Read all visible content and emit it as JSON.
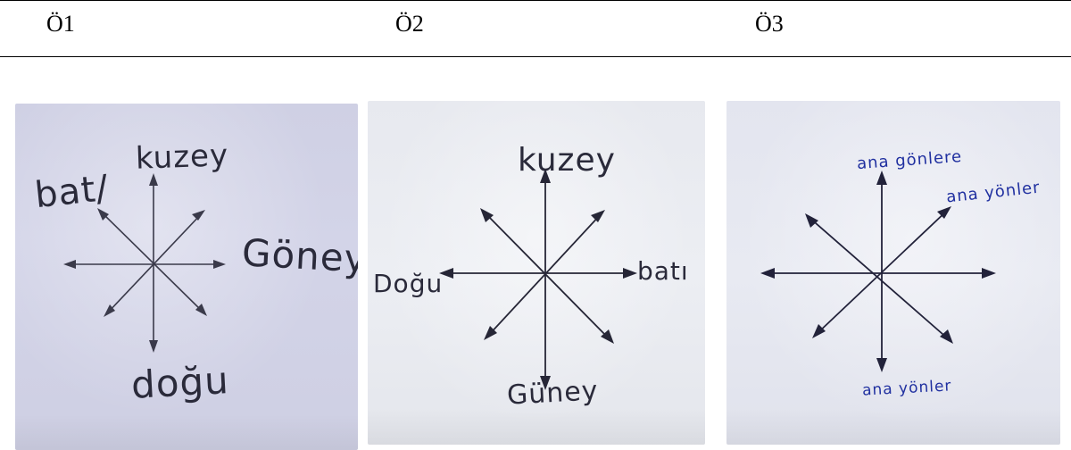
{
  "headers": [
    "Ö1",
    "Ö2",
    "Ö3"
  ],
  "drawings": [
    {
      "labels": {
        "north": "kuzey",
        "west": "bat/",
        "east": "Göney",
        "south": "doğu"
      }
    },
    {
      "labels": {
        "north": "kuzey",
        "west": "Doğu",
        "east": "batı",
        "south": "Güney"
      }
    },
    {
      "labels": {
        "north": "ana gönlere",
        "east": "ana yönler",
        "south": "ana yönler"
      }
    }
  ],
  "colors": {
    "ink_pencil": "#2a2a3a",
    "ink_blue": "#2030a0",
    "paper_1": "#d0d1e5",
    "paper_2": "#e9ebf1",
    "paper_3": "#e5e7f0"
  }
}
